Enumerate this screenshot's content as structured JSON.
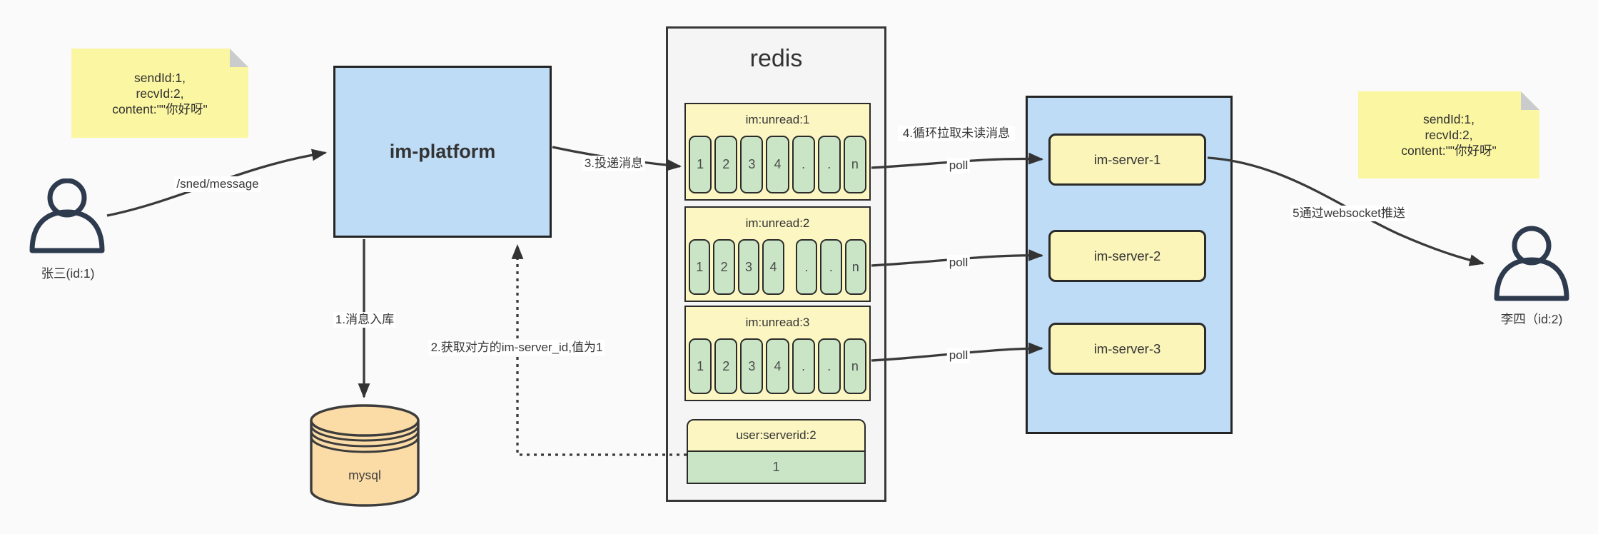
{
  "notes": {
    "left": {
      "lines": [
        "sendId:1,",
        "recvId:2,",
        "content:\"\"你好呀\""
      ]
    },
    "right": {
      "lines": [
        "sendId:1,",
        "recvId:2,",
        "content:\"\"你好呀\""
      ]
    }
  },
  "actors": {
    "sender_label": "张三(id:1)",
    "receiver_label": "李四（id:2)"
  },
  "platform": {
    "label": "im-platform"
  },
  "database": {
    "label": "mysql"
  },
  "redis": {
    "title": "redis",
    "queues": [
      {
        "header": "im:unread:1",
        "cells": [
          "1",
          "2",
          "3",
          "4",
          ".",
          ".",
          "n"
        ]
      },
      {
        "header": "im:unread:2",
        "cells": [
          "1",
          "2",
          "3",
          "4",
          ".",
          ".",
          "n"
        ]
      },
      {
        "header": "im:unread:3",
        "cells": [
          "1",
          "2",
          "3",
          "4",
          ".",
          ".",
          "n"
        ]
      }
    ],
    "mapping": {
      "header": "user:serverid:2",
      "value": "1"
    }
  },
  "servers": {
    "items": [
      "im-server-1",
      "im-server-2",
      "im-server-3"
    ]
  },
  "edges": {
    "send_label": "/sned/message",
    "step1_label": "1.消息入库",
    "step2_label": "2.获取对方的im-server_id,值为1",
    "step3_label": "3.投递消息",
    "step4_label": "4.循环拉取未读消息",
    "step5_label": "5通过websocket推送",
    "poll_labels": [
      "poll",
      "poll",
      "poll"
    ]
  },
  "colors": {
    "box_blue": "#bedcf5",
    "note_yellow": "#fbf6a1",
    "queue_yellow": "#fcf7c2",
    "server_yellow": "#fbf5ba",
    "cell_green": "#c9e5c6",
    "db_orange": "#fbdca7",
    "redis_gray": "#f5f5f5",
    "line_dark": "#3a3a3a"
  }
}
